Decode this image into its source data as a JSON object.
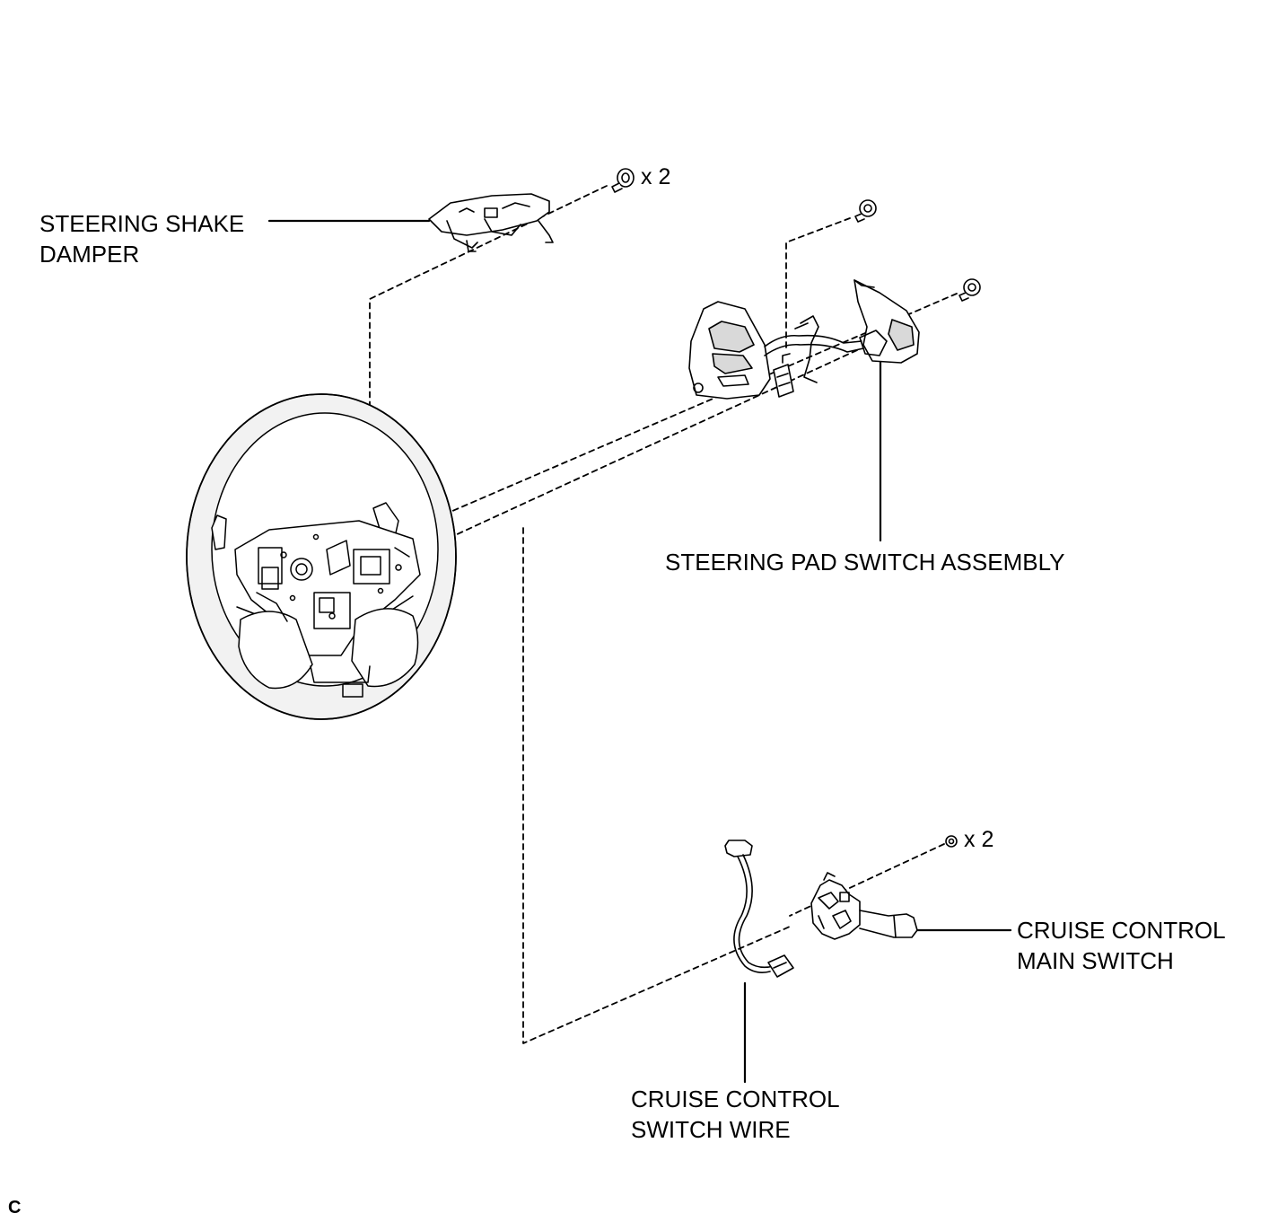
{
  "labels": {
    "shake_damper": [
      "STEERING SHAKE",
      "DAMPER"
    ],
    "pad_switch": "STEERING PAD SWITCH ASSEMBLY",
    "main_switch": [
      "CRUISE CONTROL",
      "MAIN SWITCH"
    ],
    "switch_wire": [
      "CRUISE CONTROL",
      "SWITCH WIRE"
    ]
  },
  "quantities": {
    "damper_screws": "x 2",
    "main_switch_screws": "x 2"
  },
  "corner_code": "C",
  "colors": {
    "ink": "#000000",
    "paper": "#ffffff",
    "rim_fill": "#f2f2f2",
    "pad_fill": "#d9d9d9"
  }
}
